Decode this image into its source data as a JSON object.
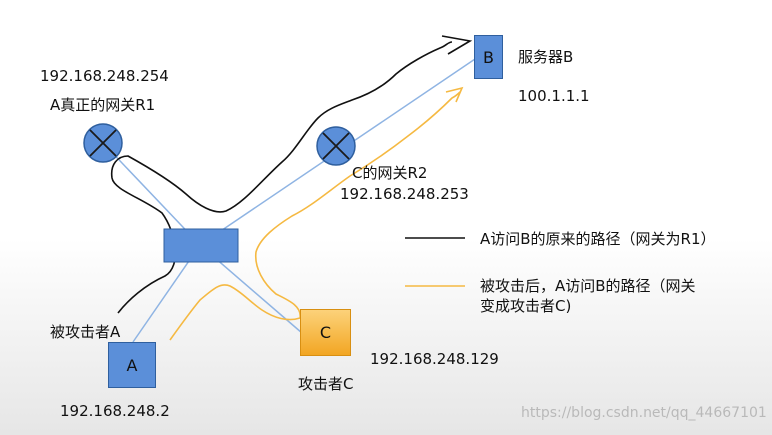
{
  "nodes": {
    "server_b": {
      "label": "B",
      "name": "服务器B",
      "ip": "100.1.1.1"
    },
    "gateway_r1": {
      "name": "A真正的网关R1",
      "ip": "192.168.248.254"
    },
    "gateway_r2": {
      "name": "C的网关R2",
      "ip": "192.168.248.253"
    },
    "host_a": {
      "label": "A",
      "name": "被攻击者A",
      "ip": "192.168.248.2"
    },
    "attacker_c": {
      "label": "C",
      "name": "攻击者C",
      "ip": "192.168.248.129"
    }
  },
  "legend": {
    "original_path": "A访问B的原来的路径（网关为R1）",
    "attack_path_line1": "被攻击后，A访问B的路径（网关",
    "attack_path_line2": "变成攻击者C)"
  },
  "colors": {
    "original_path": "#111111",
    "attack_path": "#f5b942",
    "link": "#8fb4e3",
    "node_blue": "#5b8fd9",
    "attacker_orange": "#f7b733"
  },
  "watermark": "https://blog.csdn.net/qq_44667101"
}
